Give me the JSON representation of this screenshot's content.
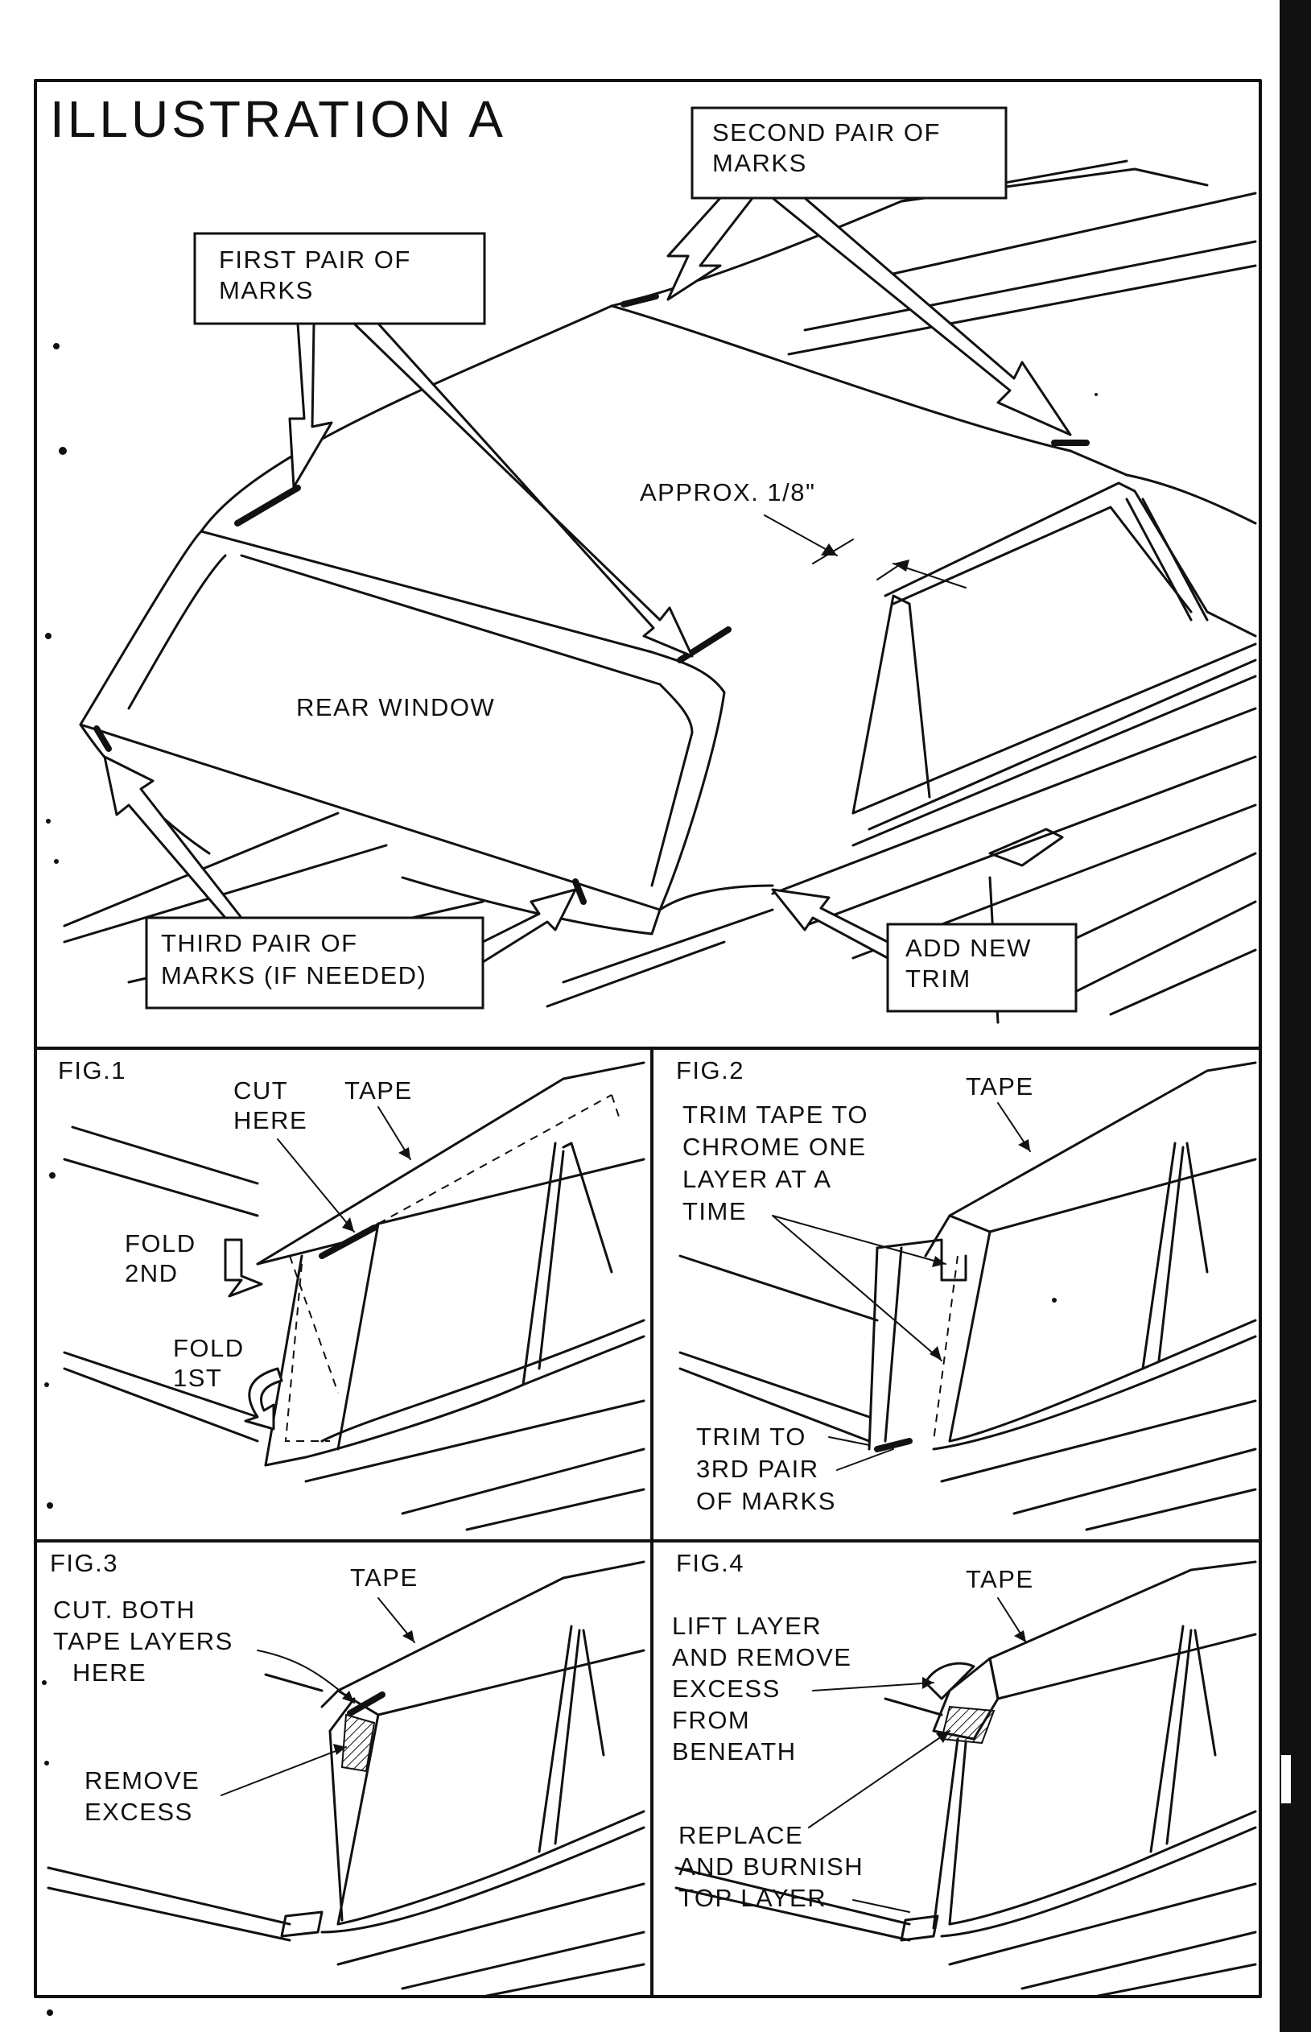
{
  "illustration_a": {
    "title": "ILLUSTRATION A",
    "second_pair": [
      "SECOND PAIR OF",
      "MARKS"
    ],
    "first_pair": [
      "FIRST PAIR OF",
      "MARKS"
    ],
    "approx": "APPROX. 1/8\"",
    "rear_window": "REAR WINDOW",
    "third_pair": [
      "THIRD PAIR OF",
      "MARKS (IF NEEDED)"
    ],
    "add_trim": [
      "ADD NEW",
      "TRIM"
    ]
  },
  "fig1": {
    "title": "FIG.1",
    "cut_here": [
      "CUT",
      "HERE"
    ],
    "tape": "TAPE",
    "fold_2nd": [
      "FOLD",
      "2ND"
    ],
    "fold_1st": [
      "FOLD",
      "1ST"
    ]
  },
  "fig2": {
    "title": "FIG.2",
    "tape": "TAPE",
    "trim_tape": [
      "TRIM TAPE TO",
      "CHROME ONE",
      "LAYER AT A",
      "TIME"
    ],
    "trim_to": [
      "TRIM TO",
      "3RD PAIR",
      "OF MARKS"
    ]
  },
  "fig3": {
    "title": "FIG.3",
    "tape": "TAPE",
    "cut_both": [
      "CUT. BOTH",
      "TAPE LAYERS",
      "HERE"
    ],
    "remove_excess": [
      "REMOVE",
      "EXCESS"
    ]
  },
  "fig4": {
    "title": "FIG.4",
    "tape": "TAPE",
    "lift_layer": [
      "LIFT LAYER",
      "AND REMOVE",
      "EXCESS",
      "FROM",
      "BENEATH"
    ],
    "replace": [
      "REPLACE",
      "AND BURNISH",
      "TOP LAYER"
    ]
  }
}
